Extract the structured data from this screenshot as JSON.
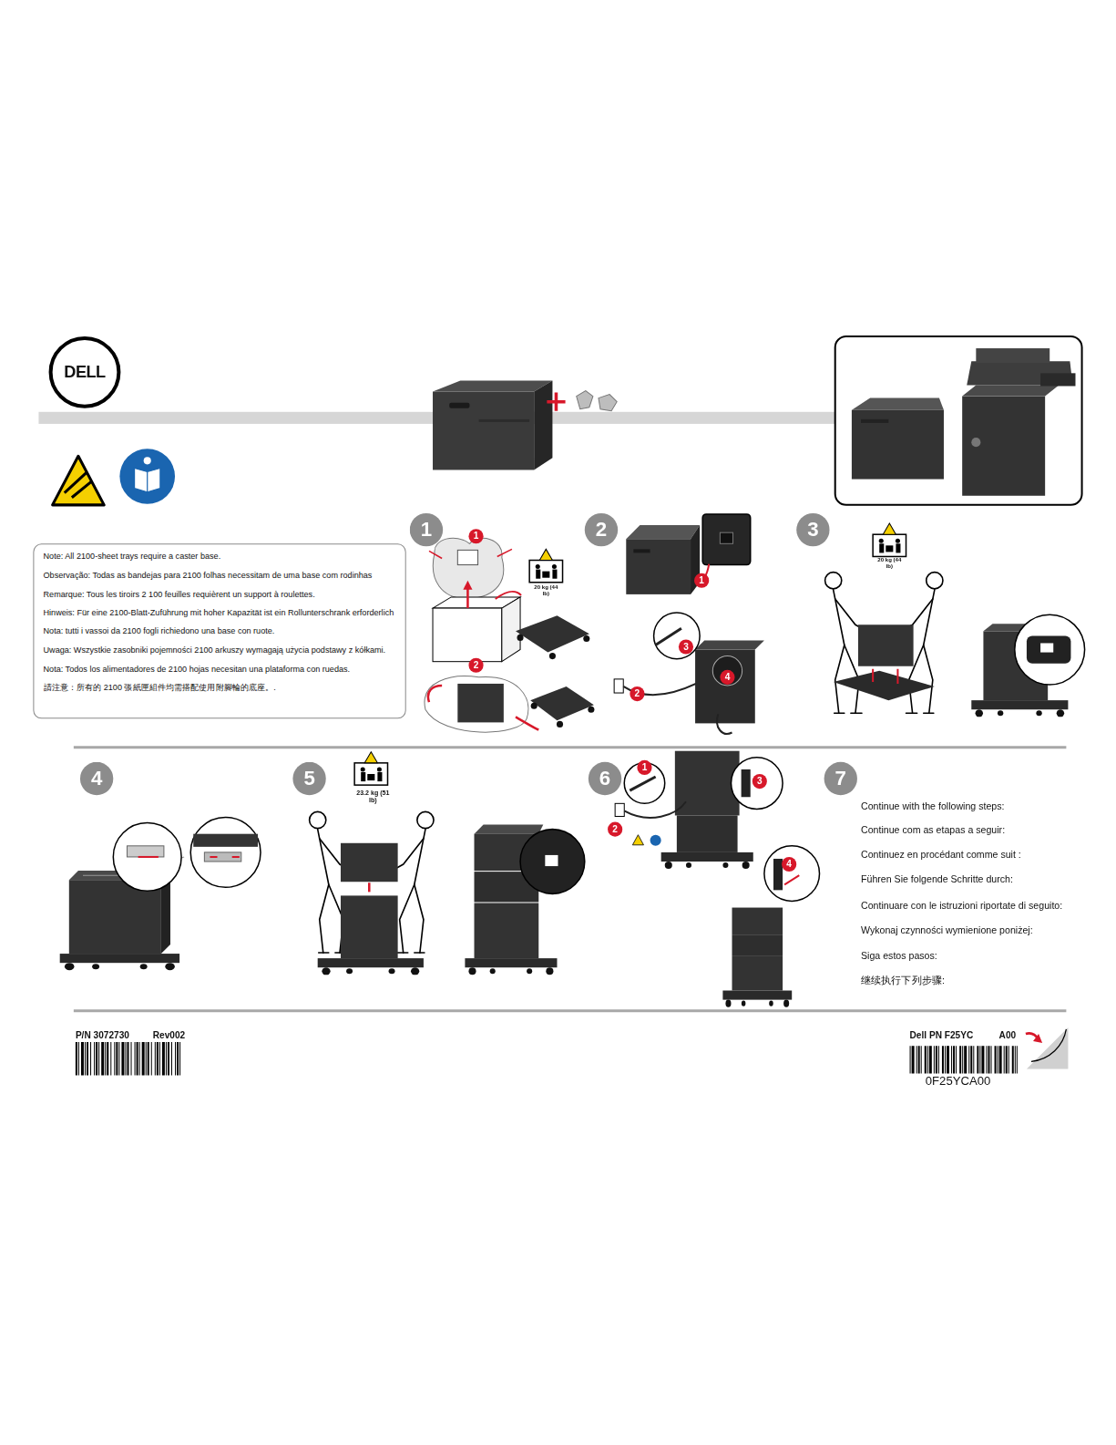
{
  "diagram": {
    "nodes": [
      {
        "text": [
          "Note: All 2100-sheet trays require a caster base.",
          "Observação: Todas as bandejas para 2100 folhas necessitam de uma base com rodinhas",
          "Remarque: Tous les tiroirs 2 100 feuilles requièrent un support à roulettes.",
          "Hinweis: Für eine 2100-Blatt-Zuführung mit hoher Kapazität ist ein Rollunterschrank erforderlich",
          "Nota: tutti i vassoi da 2100 fogli richiedono una base con ruote.",
          "Uwaga: Wszystkie zasobniki pojemności 2100 arkuszy wymagają użycia podstawy z kółkami.",
          "Nota: Todos los alimentadores de 2100 hojas necesitan una plataforma con ruedas.",
          "請注意：所有的 2100 張紙匣組件均需搭配使用附腳輪的底座。."
        ]
      },
      {
        "text": [
          "1"
        ]
      },
      {
        "text": [
          "2"
        ]
      },
      {
        "text": [
          "3"
        ]
      },
      {
        "text": [
          "4"
        ]
      },
      {
        "text": [
          "5"
        ]
      },
      {
        "text": [
          "6"
        ]
      },
      {
        "text": [
          "7"
        ]
      }
    ],
    "labels": [
      "DELL",
      "1",
      "20 kg (44 lb)",
      "2",
      "1",
      "3",
      "2",
      "4",
      "20 kg (44 lb)",
      "23.2 kg (51 lb)",
      "1",
      "3",
      "2",
      "4",
      "Continue with the following steps:",
      "Continue com as etapas a seguir:",
      "Continuez en procédant comme suit :",
      "Führen Sie folgende Schritte durch:",
      "Continuare con le istruzioni riportate di seguito:",
      "Wykonaj czynności wymienione poniżej:",
      "Siga estos pasos:",
      "继续执行下列步骤:",
      "P/N 3072730",
      "Rev002",
      "Dell PN F25YC",
      "A00",
      "0F25YCA00"
    ]
  }
}
